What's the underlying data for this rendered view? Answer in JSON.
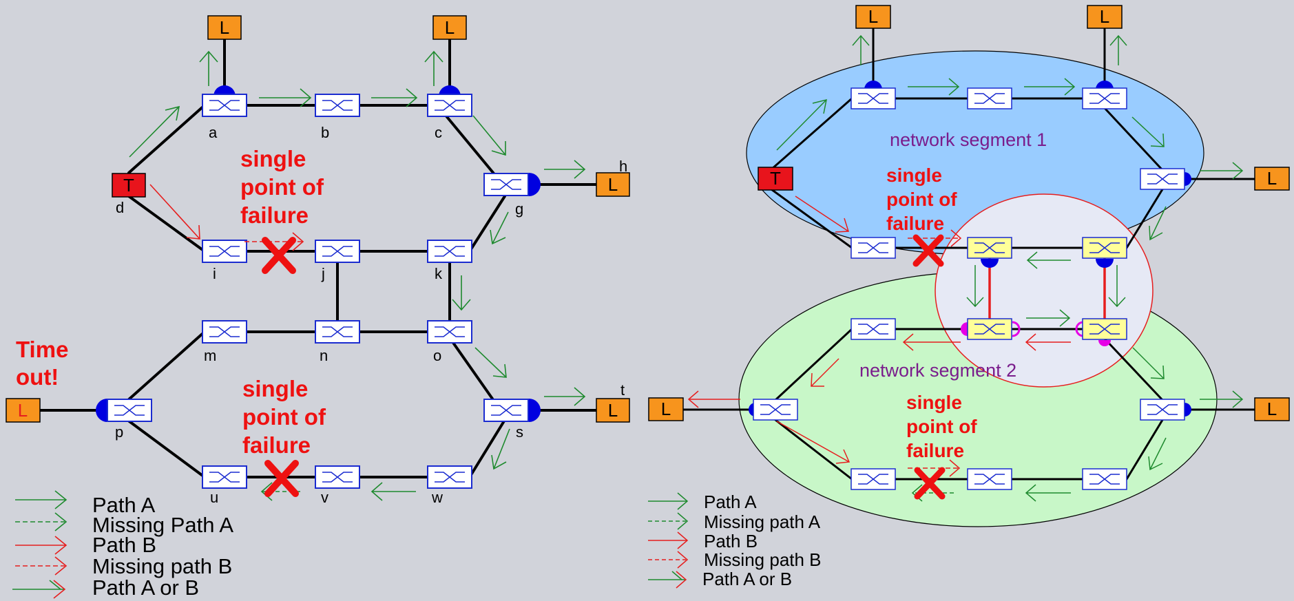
{
  "colors": {
    "background": "#d1d3da",
    "link": "#000000",
    "path_a": "#1e8a2e",
    "path_b": "#e61e1e",
    "failure": "#ee1111",
    "talker": "#e8141c",
    "listener": "#f7941d",
    "switch_border": "#1a2bd0",
    "segment1": "#99ccff",
    "segment2": "#c8f7c8",
    "interconnect": "#e6e9f5",
    "segment_label": "#7a1d8c",
    "half_circle_blue": "#0000e0",
    "half_circle_magenta": "#e600e6"
  },
  "left_diagram": {
    "talker_letter": "T",
    "listener_letter": "L",
    "node_labels": {
      "a": "a",
      "b": "b",
      "c": "c",
      "d": "d",
      "g": "g",
      "h": "h",
      "i": "i",
      "j": "j",
      "k": "k",
      "m": "m",
      "n": "n",
      "o": "o",
      "p": "p",
      "s": "s",
      "t": "t",
      "u": "u",
      "v": "v",
      "w": "w"
    },
    "failure_text_1": [
      "single",
      "point of",
      "failure"
    ],
    "failure_text_2": [
      "single",
      "point of",
      "failure"
    ],
    "timeout_text": [
      "Time",
      "out!"
    ]
  },
  "right_diagram": {
    "talker_letter": "T",
    "listener_letter": "L",
    "segment_1_label": "network segment 1",
    "segment_2_label": "network segment 2",
    "failure_text_1": [
      "single",
      "point of",
      "failure"
    ],
    "failure_text_2": [
      "single",
      "point of",
      "failure"
    ]
  },
  "legend_left": [
    "Path A",
    "Missing Path A",
    "Path B",
    "Missing path B",
    "Path A or B"
  ],
  "legend_right": [
    "Path A",
    "Missing path A",
    "Path B",
    "Missing path B",
    "Path A or B"
  ]
}
